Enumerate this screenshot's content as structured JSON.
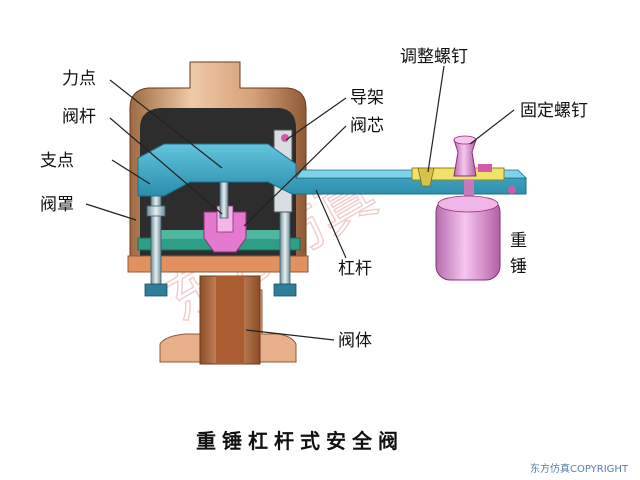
{
  "labels": {
    "lidian": "力点",
    "fagan": "阀杆",
    "zhidian": "支点",
    "fazhao": "阀罩",
    "daojia": "导架",
    "faxin": "阀芯",
    "tiaozheng": "调整螺钉",
    "guding": "固定螺钉",
    "zhongchui_1": "重",
    "zhongchui_2": "锤",
    "gangan": "杠杆",
    "fati": "阀体"
  },
  "caption": "重锤杠杆式安全阀",
  "watermark": "东方仿真",
  "copyright": "东方仿真COPYRIGHT",
  "colors": {
    "lever": "#3aa6c4",
    "hood": "#c9956a",
    "body": "#c9794a",
    "weight": "#e39ad8",
    "green": "#2e9e86",
    "watermark": "#e8a0a0"
  }
}
